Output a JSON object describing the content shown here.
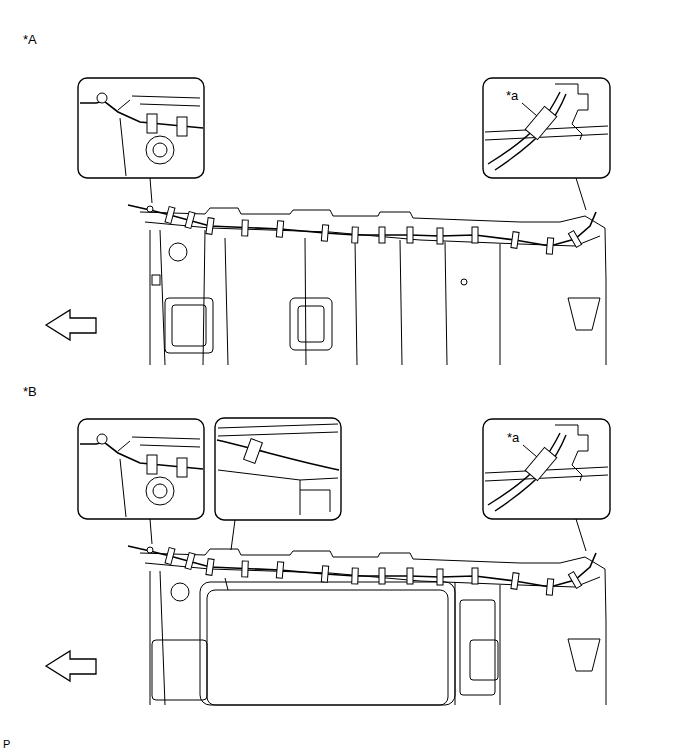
{
  "diagram": {
    "labels": [
      "*A",
      "*a",
      "*B",
      "*a",
      "P"
    ]
  }
}
